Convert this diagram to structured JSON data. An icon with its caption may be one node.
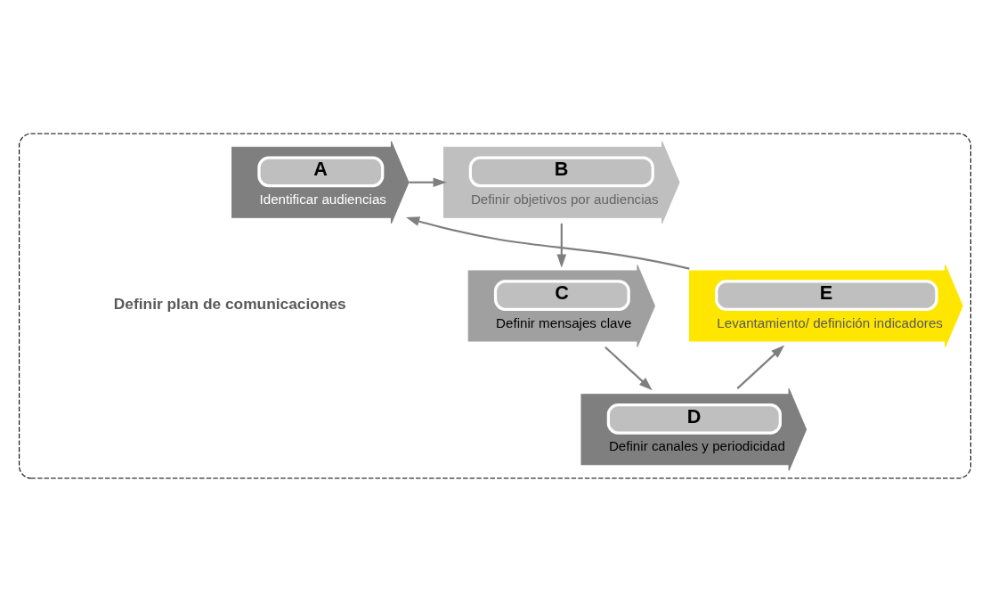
{
  "diagram": {
    "nodes": [
      {
        "text": [],
        "shape": "box"
      },
      {
        "text": [
          "A",
          "Identificar audiencias"
        ],
        "in": 0
      },
      {
        "text": [
          "B",
          "Definir objetivos por audiencias"
        ],
        "in": 0
      },
      {
        "text": [
          "C",
          "Definir mensajes clave"
        ],
        "in": 0
      },
      {
        "text": [
          "D",
          "Definir canales y periodicidad"
        ],
        "in": 0
      },
      {
        "text": [
          "E",
          "Levantamiento/ definición indicadores"
        ],
        "in": 0
      },
      {
        "text": [
          "Definir plan de comunicaciones"
        ],
        "in": 0
      }
    ],
    "edges": [
      {
        "from": 1,
        "to": 2,
        "arrow": "to"
      },
      {
        "from": 2,
        "to": 3,
        "arrow": "to"
      },
      {
        "from": 3,
        "to": 4,
        "arrow": "to"
      },
      {
        "from": 4,
        "to": 5,
        "arrow": "to"
      },
      {
        "from": 5,
        "to": 1,
        "arrow": "to"
      }
    ]
  }
}
